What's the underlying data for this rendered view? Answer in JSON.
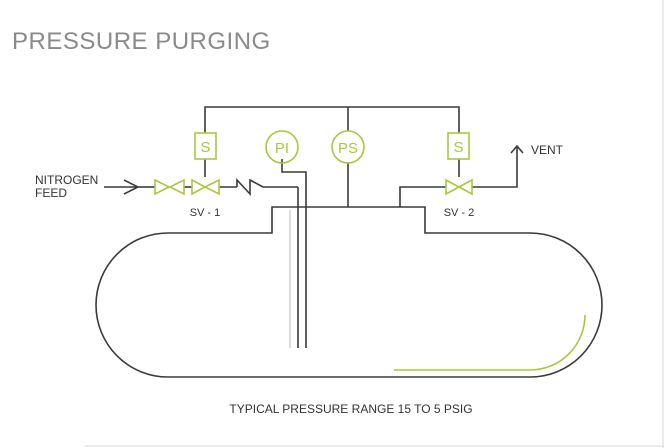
{
  "title": "PRESSURE PURGING",
  "labels": {
    "nitrogen_line1": "NITROGEN",
    "nitrogen_line2": "FEED",
    "sv1": "SV - 1",
    "sv2": "SV - 2",
    "vent": "VENT",
    "solenoid1": "S",
    "solenoid2": "S",
    "pi": "PI",
    "ps": "PS",
    "caption": "TYPICAL PRESSURE RANGE 15 TO 5 PSIG"
  },
  "colors": {
    "line": "#3a3a3a",
    "accent": "#a6c93a",
    "title": "#8a8a8a",
    "frame": "#d0d0d0"
  }
}
